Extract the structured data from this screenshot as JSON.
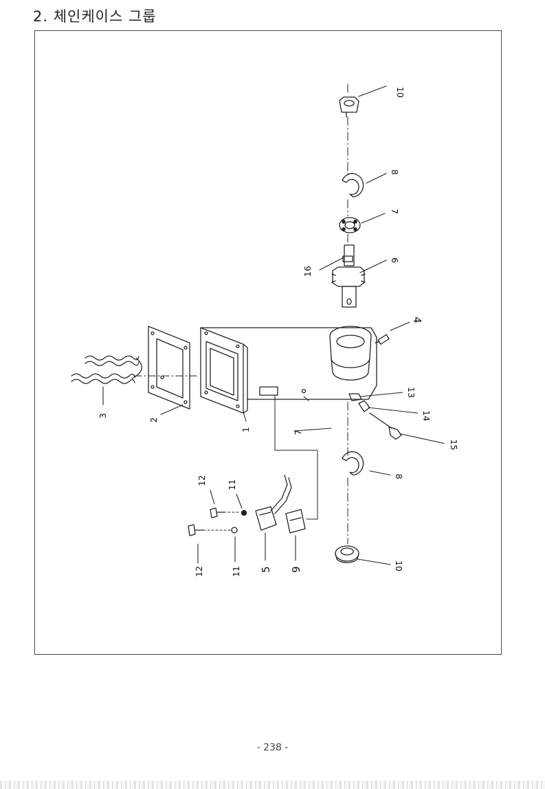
{
  "page": {
    "title": "2. 체인케이스 그룹",
    "page_number": "- 238 -"
  },
  "callouts": {
    "c1": "1",
    "c2": "2",
    "c3": "3",
    "c4": "4",
    "c5": "5",
    "c6": "6",
    "c7a": "7",
    "c7b": "7",
    "c8a": "8",
    "c8b": "8",
    "c9": "9",
    "c10a": "10",
    "c10b": "10",
    "c11a": "11",
    "c11b": "11",
    "c12a": "12",
    "c12b": "12",
    "c13": "13",
    "c14": "14",
    "c15": "15",
    "c16": "16"
  }
}
